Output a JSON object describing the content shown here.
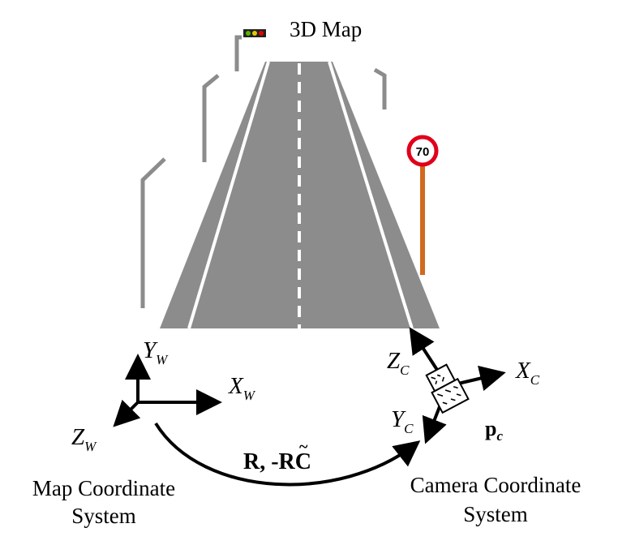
{
  "title": "3D Map",
  "speed_sign": {
    "value": "70"
  },
  "world_frame": {
    "x": {
      "main": "X",
      "sub": "W"
    },
    "y": {
      "main": "Y",
      "sub": "W"
    },
    "z": {
      "main": "Z",
      "sub": "W"
    },
    "caption_line1": "Map Coordinate",
    "caption_line2": "System"
  },
  "camera_frame": {
    "x": {
      "main": "X",
      "sub": "C"
    },
    "y": {
      "main": "Y",
      "sub": "C"
    },
    "z": {
      "main": "Z",
      "sub": "C"
    },
    "caption_line1": "Camera Coordinate",
    "caption_line2": "System",
    "point_label": {
      "main": "p",
      "sub": "c"
    }
  },
  "transform": {
    "label_prefix": "R, -R",
    "label_c": "C",
    "label_tilde": "~"
  },
  "colors": {
    "road": "#8c8c8c",
    "sign_ring": "#e0001b",
    "sign_pole": "#d2691e",
    "guardrail": "#8c8c8c",
    "light_green": "#5ab400",
    "light_yellow": "#e6c800",
    "light_red": "#e60000"
  }
}
